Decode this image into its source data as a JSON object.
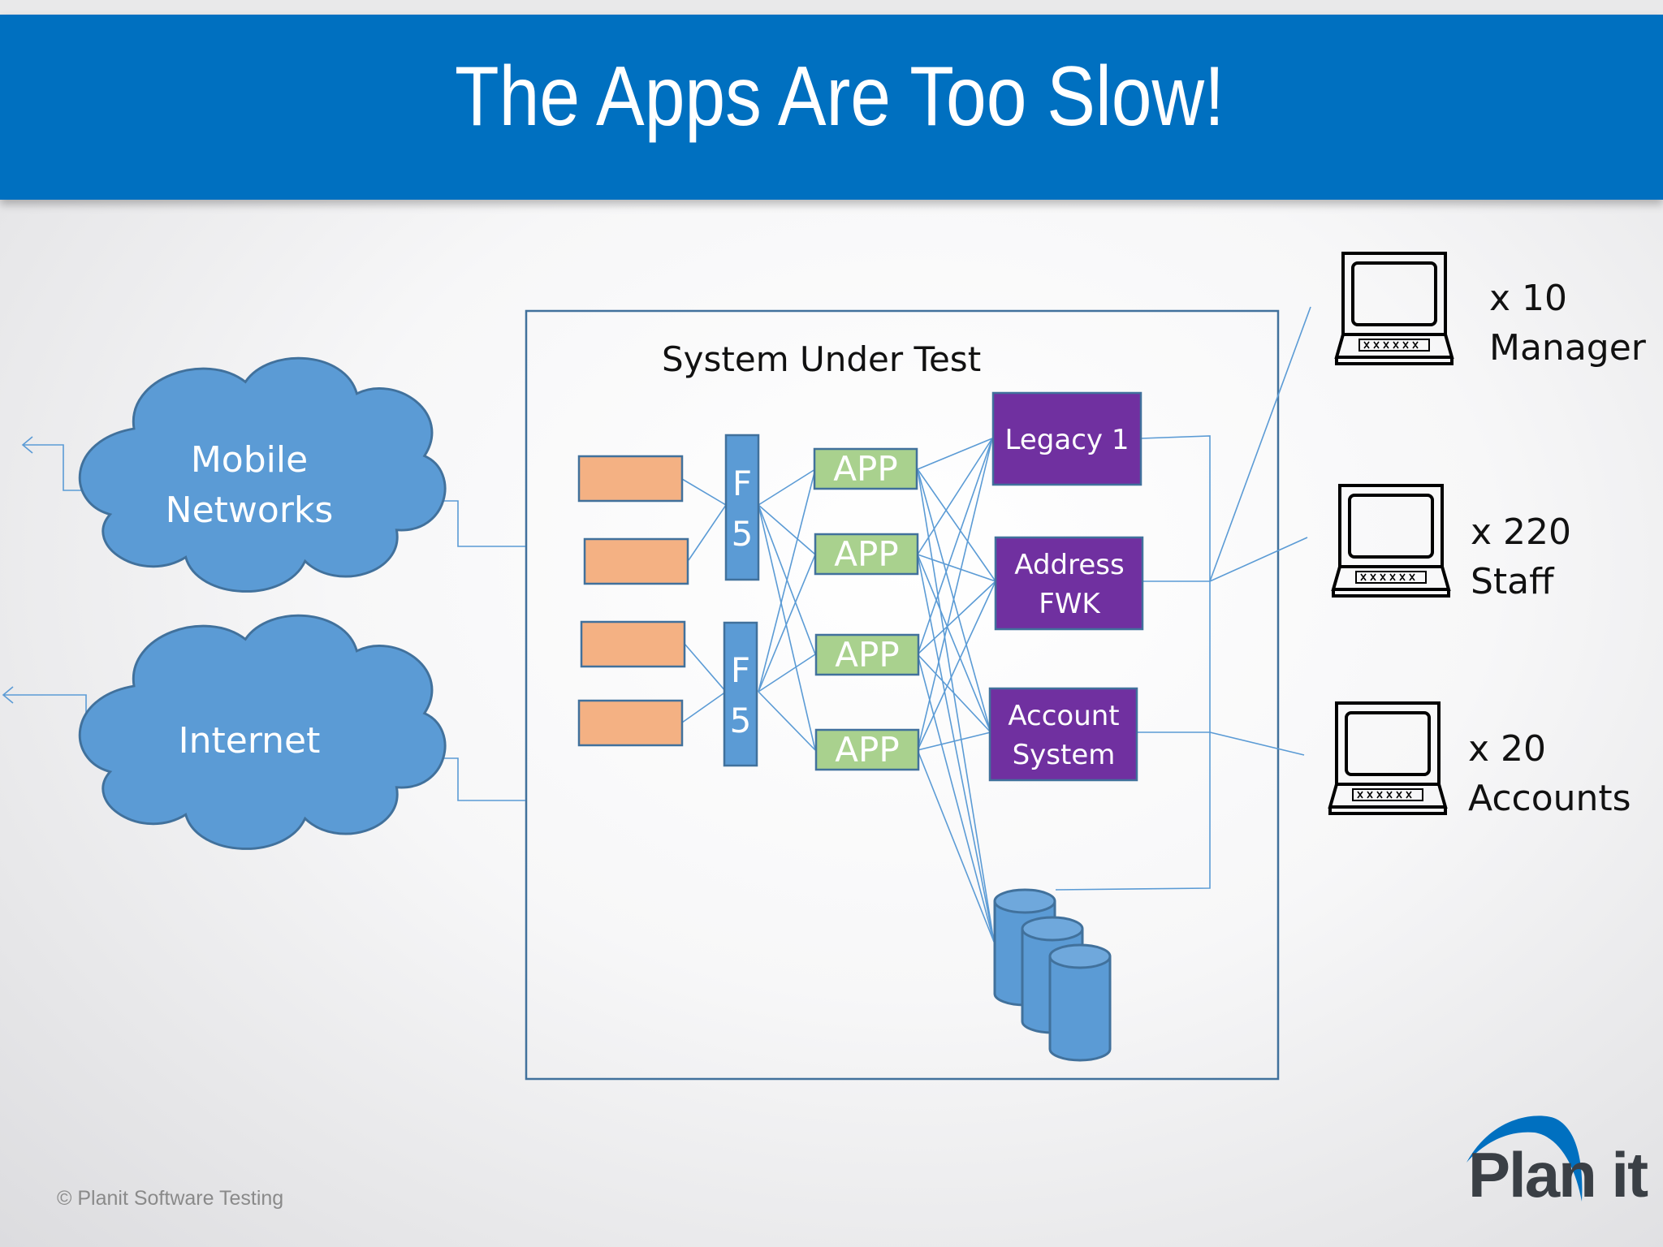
{
  "slide": {
    "title": "The Apps Are Too Slow!",
    "copyright": "© Planit Software Testing",
    "logo_text": "Plan it"
  },
  "diagram": {
    "boundary_label": "System Under Test",
    "clouds": [
      "Mobile\nNetworks",
      "Internet"
    ],
    "load_balancers": [
      {
        "label_top": "F",
        "label_bottom": "5"
      },
      {
        "label_top": "F",
        "label_bottom": "5"
      }
    ],
    "apps": [
      "APP",
      "APP",
      "APP",
      "APP"
    ],
    "backends": [
      "Legacy 1",
      "Address\nFWK",
      "Account\nSystem"
    ],
    "user_groups": [
      {
        "count": "x 10",
        "role": "Manager"
      },
      {
        "count": "x 220",
        "role": "Staff"
      },
      {
        "count": "x 20",
        "role": "Accounts"
      }
    ],
    "colors": {
      "banner": "#0070c0",
      "cloud": "#5b9bd5",
      "web_server": "#f4b183",
      "app": "#a9d18e",
      "backend": "#7030a0",
      "database": "#5b9bd5",
      "connector": "#5b9bd5"
    },
    "icons": [
      "laptop-icon",
      "database-icon",
      "cloud-icon"
    ]
  }
}
